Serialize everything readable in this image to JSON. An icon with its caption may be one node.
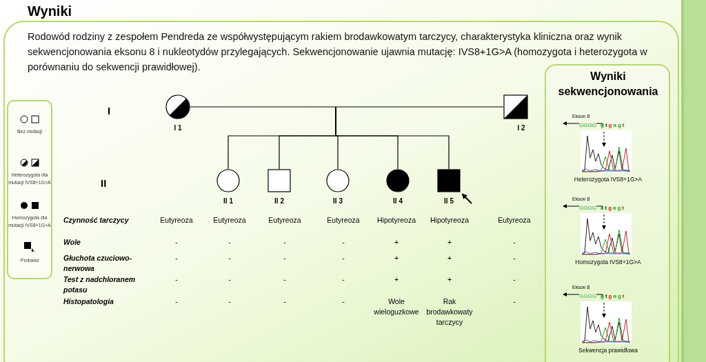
{
  "diagram": {
    "title": "Wyniki",
    "nodes": [
      {
        "text": [],
        "shape": "circle",
        "beside": [
          "I 1"
        ]
      },
      {
        "text": [],
        "shape": "box",
        "beside": [
          "I 2"
        ]
      },
      {
        "text": [],
        "shape": "circle",
        "beside": [
          "II 1"
        ]
      },
      {
        "text": [],
        "shape": "box",
        "beside": [
          "II 2"
        ]
      },
      {
        "text": [],
        "shape": "circle",
        "beside": [
          "II 3"
        ]
      },
      {
        "text": [],
        "shape": "circle",
        "beside": [
          "II 4"
        ]
      },
      {
        "text": [],
        "shape": "box",
        "beside": [
          "II 5"
        ]
      },
      {
        "text": [
          "Wyniki sekwencjonowania"
        ]
      }
    ],
    "edges": [
      {
        "from": 0,
        "to": 1,
        "arrow": "none"
      },
      {
        "from": null,
        "to": 2,
        "arrow": "none"
      },
      {
        "from": null,
        "to": 3,
        "arrow": "none"
      },
      {
        "from": null,
        "to": 4,
        "arrow": "none"
      },
      {
        "from": null,
        "to": 5,
        "arrow": "none"
      },
      {
        "from": null,
        "to": 6,
        "arrow": "none"
      },
      {
        "from": null,
        "to": 6,
        "arrow": "to"
      }
    ],
    "labels": [
      "Rodowód rodziny z zespołem Pendreda ze współwystępującym rakiem brodawkowatym tarczycy, charakterystyka kliniczna oraz wynik sekwencjonowania eksonu 8 i nukleotydów przylegających. Sekwencjonowanie ujawnia mutację: IVS8+1G>A (homozygota i heterozygota w porównaniu do sekwencji prawidłowej).",
      "I",
      "II",
      "Czynność tarczycy",
      "Eutyreoza",
      "Eutyreoza",
      "Eutyreoza",
      "Eutyreoza",
      "Hipotyreoza",
      "Hipotyreoza",
      "Eutyreoza",
      "Wole",
      "-",
      "-",
      "-",
      "-",
      "+",
      "+",
      "-",
      "Głuchota czuciowo-nerwowa",
      "-",
      "-",
      "-",
      "-",
      "+",
      "+",
      "-",
      "Test z nadchloranem potasu",
      "-",
      "-",
      "-",
      "-",
      "+",
      "+",
      "-",
      "Histopatologia",
      "-",
      "-",
      "-",
      "-",
      "Wole wieloguzkowe",
      "Rak brodawkowaty tarczycy",
      "-",
      "Ekson 8",
      "GGGG",
      "gtgagt",
      "Heterozygota IVS8+1G>A",
      "Ekson 8",
      "GGGG",
      "atgagt",
      "Homozygota IVS8+1G>A",
      "Ekson 8",
      "GGGG",
      "gtgagt",
      "Sekwencja prawidłowa"
    ],
    "legend": [
      {
        "text": "Bez mutacji"
      },
      {
        "text": "Heterozygota dla mutacji IVS8+1G>A"
      },
      {
        "text": "Homozygota dla mutacji IVS8+1G>A"
      },
      {
        "text": "Proband"
      }
    ]
  }
}
